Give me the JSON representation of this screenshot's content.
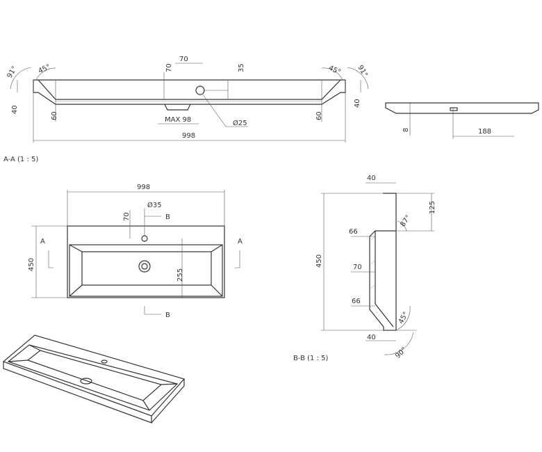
{
  "section_aa": {
    "label": "A-A  (1 : 5)",
    "dims": {
      "angle_left_outer": "91°",
      "angle_left_inner": "45°",
      "angle_right_inner": "45°",
      "angle_right_outer": "91°",
      "width_70": "70",
      "height_70": "70",
      "height_35": "35",
      "height_left_40": "40",
      "height_left_60": "60",
      "drain_max": "MAX 98",
      "hole_diameter": "Ø25",
      "height_right_60": "60",
      "height_right_40": "40",
      "total_width": "998"
    }
  },
  "side_view": {
    "dims": {
      "thickness": "8",
      "offset": "188"
    }
  },
  "top_view": {
    "dims": {
      "total_width": "998",
      "tap_hole_diameter": "Ø35",
      "tap_hole_offset": "70",
      "depth": "450",
      "drain_offset": "255"
    },
    "section_markers": {
      "a_left": "A",
      "a_right": "A",
      "b_top": "B",
      "b_bottom": "B"
    }
  },
  "section_bb": {
    "label": "B-B  (1 : 5)",
    "dims": {
      "top_40": "40",
      "height_125": "125",
      "angle_87": "87°",
      "offset_66_top": "66",
      "height_450": "450",
      "offset_70": "70",
      "offset_66_bottom": "66",
      "angle_45": "45°",
      "bottom_40": "40",
      "angle_90": "90°"
    }
  }
}
